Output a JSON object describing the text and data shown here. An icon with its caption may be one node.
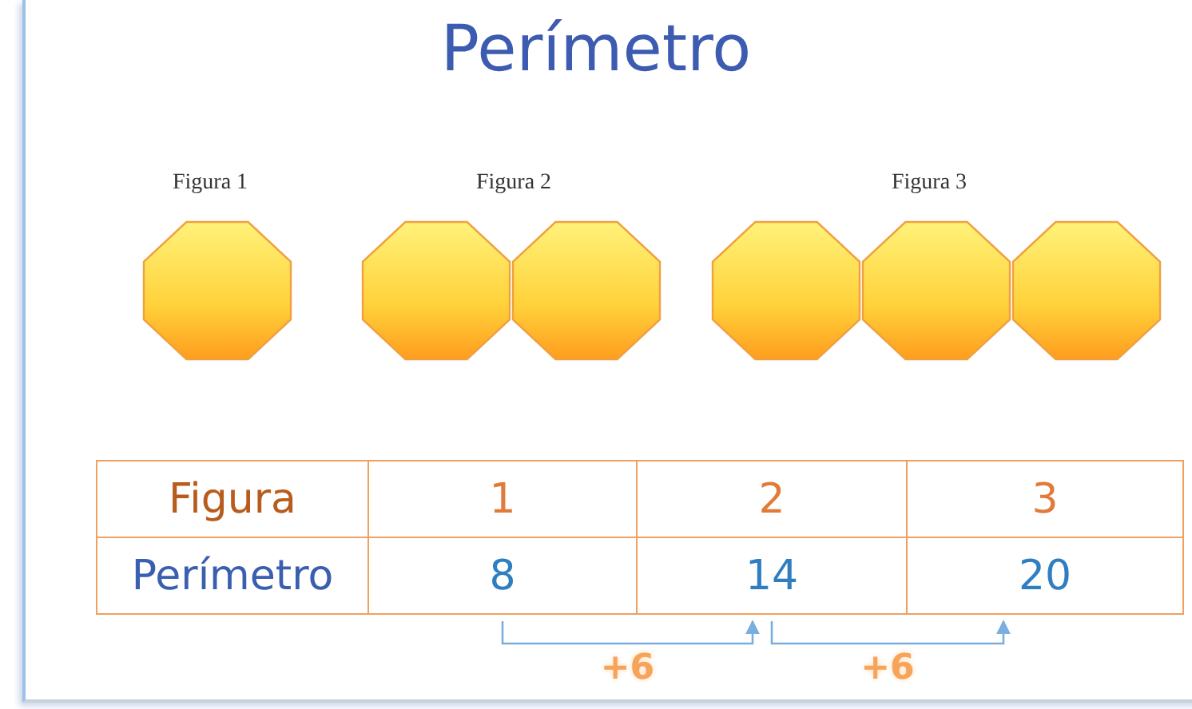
{
  "diagram": {
    "title": "Perímetro",
    "nodes": [
      {
        "text": [],
        "shape": "octagon"
      },
      {
        "text": [],
        "shape": "octagon"
      },
      {
        "text": [],
        "shape": "octagon"
      },
      {
        "text": [],
        "shape": "octagon"
      },
      {
        "text": [],
        "shape": "octagon"
      },
      {
        "text": [],
        "shape": "octagon"
      },
      {
        "text": [
          "Figura"
        ]
      },
      {
        "text": [
          "1"
        ]
      },
      {
        "text": [
          "2"
        ]
      },
      {
        "text": [
          "3"
        ]
      },
      {
        "text": [
          "Perímetro"
        ]
      },
      {
        "text": [
          "8"
        ]
      },
      {
        "text": [
          "14"
        ]
      },
      {
        "text": [
          "20"
        ]
      }
    ],
    "edges": [
      {
        "from": 11,
        "to": 12,
        "arrow": "to",
        "label": "+6"
      },
      {
        "from": 12,
        "to": 13,
        "arrow": "to",
        "label": "+6"
      }
    ],
    "labels": [
      "Figura 1",
      "Figura 2",
      "Figura 3"
    ]
  }
}
